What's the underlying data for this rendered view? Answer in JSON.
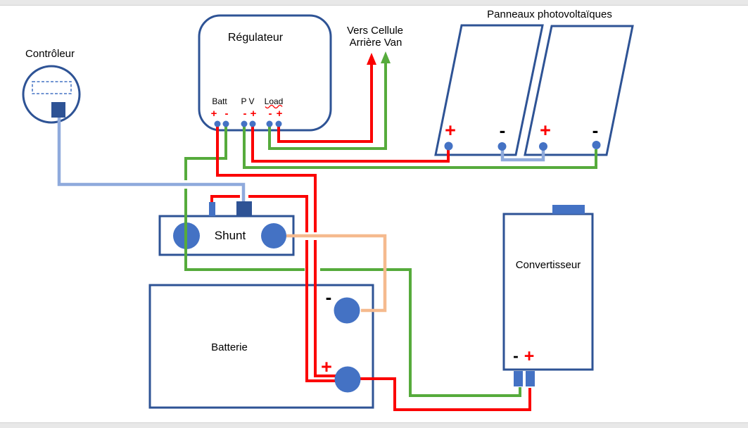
{
  "colors": {
    "box-border": "#2E5395",
    "terminal-fill": "#4472C4",
    "connector-dark": "#2E5395",
    "wire-red": "#FB0000",
    "wire-green": "#56AB3C",
    "wire-lblue": "#8FAADC",
    "wire-orange": "#F5BA8E",
    "chrome-grey": "#E8E8E8",
    "text": "#000000"
  },
  "labels": {
    "controller": "Contrôleur",
    "regulator": "Régulateur",
    "terminal_batt": "Batt",
    "terminal_pv": "P V",
    "terminal_load": "Load",
    "to_cell_line1": "Vers Cellule",
    "to_cell_line2": "Arrière Van",
    "panels_title": "Panneaux photovoltaïques",
    "shunt": "Shunt",
    "battery": "Batterie",
    "converter": "Convertisseur",
    "plus": "+",
    "minus": "-"
  }
}
